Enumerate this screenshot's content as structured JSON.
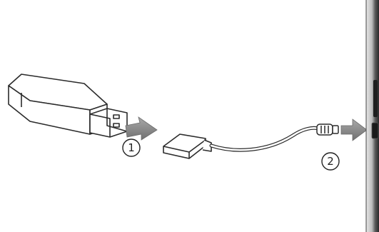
{
  "steps": [
    {
      "number": "1"
    },
    {
      "number": "2"
    }
  ],
  "icons": {
    "usb_drive": "usb-flash-drive",
    "adapter": "otg-adapter-cable",
    "device": "tablet-edge"
  },
  "colors": {
    "line": "#2b2b2b",
    "arrow": "#8a8a8a",
    "device_dark": "#3a3a3a",
    "device_light": "#d8d8d8"
  }
}
